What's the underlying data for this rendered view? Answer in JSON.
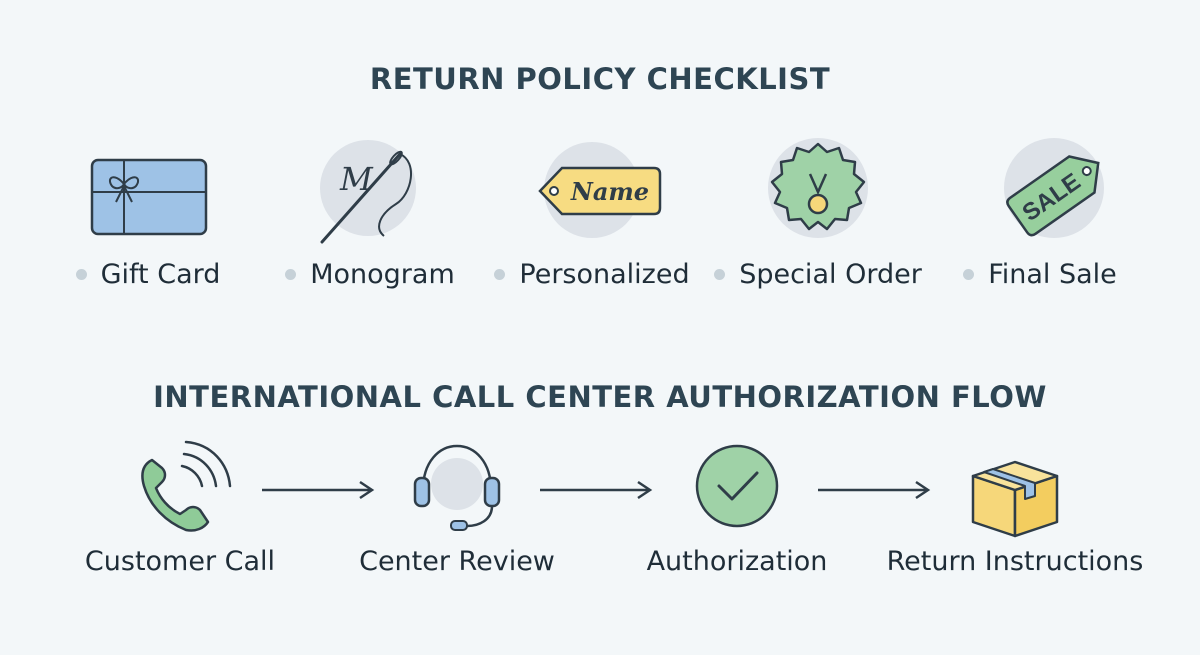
{
  "policy": {
    "title": "RETURN POLICY CHECKLIST",
    "items": [
      {
        "label": "Gift Card",
        "icon": "gift-card-icon"
      },
      {
        "label": "Monogram",
        "icon": "needle-monogram-icon"
      },
      {
        "label": "Personalized",
        "icon": "name-tag-icon",
        "tag_text": "Name"
      },
      {
        "label": "Special Order",
        "icon": "seal-badge-icon"
      },
      {
        "label": "Final Sale",
        "icon": "sale-tag-icon",
        "tag_text": "SALE"
      }
    ],
    "monogram_letter": "M"
  },
  "flow": {
    "title": "INTERNATIONAL CALL CENTER AUTHORIZATION FLOW",
    "steps": [
      {
        "label": "Customer Call",
        "icon": "phone-icon"
      },
      {
        "label": "Center Review",
        "icon": "headset-icon"
      },
      {
        "label": "Authorization",
        "icon": "checkmark-icon"
      },
      {
        "label": "Return Instructions",
        "icon": "package-box-icon"
      }
    ]
  },
  "colors": {
    "background": "#f3f7f9",
    "title": "#2e4553",
    "icon_stroke": "#2f3d48",
    "circle_bg": "#dde2e8",
    "gift_blue": "#9ec2e6",
    "tag_yellow": "#f7dc82",
    "seal_green": "#9fd2a7",
    "sale_green": "#97cf9d",
    "phone_green": "#8fcb98",
    "headset_blue": "#9ec2e6",
    "box_yellow": "#f6d77a"
  }
}
